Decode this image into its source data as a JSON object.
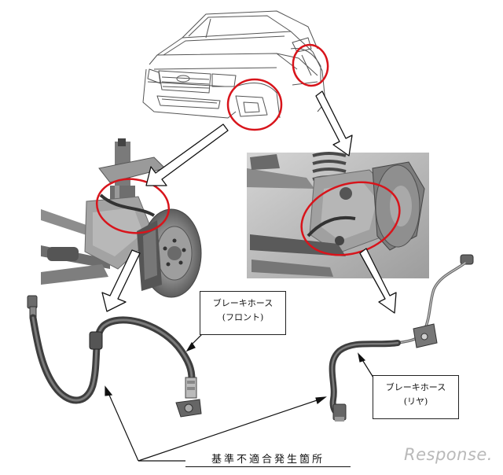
{
  "callouts": {
    "front": {
      "name": "ブレーキホース",
      "side": "(フロント)"
    },
    "rear": {
      "name": "ブレーキホース",
      "side": "(リヤ)"
    }
  },
  "location_label": "基準不適合発生箇所",
  "watermark": "Response.",
  "colors": {
    "highlight_ring": "#d8141b",
    "hose": "#5a5a5a",
    "photo_dark": "#3a3a3a",
    "photo_mid": "#8a8a8a",
    "photo_light": "#cfcfcf",
    "line_art": "#555555",
    "watermark": "#b9b9b9"
  },
  "icons": {
    "arrow": "hollow-down-arrow",
    "pointer": "arrowhead-pointer"
  }
}
